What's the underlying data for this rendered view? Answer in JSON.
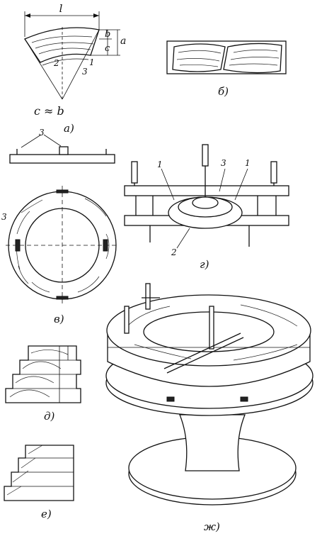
{
  "figure_a": {
    "caption": "а)",
    "dim_l": "l",
    "dim_a": "a",
    "dim_b": "b",
    "dim_c": "c",
    "formula": "c ≈ b",
    "callouts": [
      "1",
      "2",
      "3"
    ]
  },
  "figure_b": {
    "caption": "б)"
  },
  "figure_v": {
    "caption": "в)",
    "callout_top": "3",
    "callout_left": "3"
  },
  "figure_g": {
    "caption": "г)",
    "callouts": [
      "1",
      "3",
      "1",
      "2"
    ]
  },
  "figure_d": {
    "caption": "д)"
  },
  "figure_e": {
    "caption": "е)"
  },
  "figure_zh": {
    "caption": "ж)"
  }
}
